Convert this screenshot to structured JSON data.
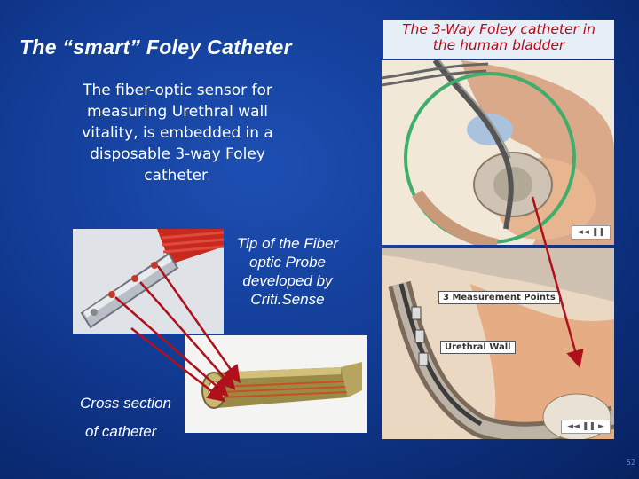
{
  "slide": {
    "title": "The “smart” Foley Catheter",
    "description_line1": "The fiber-optic sensor for",
    "description_line2": "measuring Urethral wall",
    "description_line3": "vitality, is embedded in a",
    "description_line4": "disposable 3-way Foley",
    "description_line5": "catheter",
    "description_end": ".",
    "right_title_line1": "The 3-Way Foley catheter in",
    "right_title_line2": "the human bladder",
    "tip_label_line1": "Tip of the Fiber",
    "tip_label_line2": "optic Probe",
    "tip_label_line3": "developed by",
    "tip_label_line4": "Criti.Sense",
    "cross_label_line1": "Cross section",
    "cross_label_line2": "of catheter",
    "page_number": "52",
    "measurement_callout": "3 Measurement Points",
    "urethral_wall_callout": "Urethral Wall"
  },
  "colors": {
    "background": "#123c96",
    "title_text": "#ffffff",
    "right_title_text": "#b50c16",
    "right_title_bg": "#e6eef8",
    "arrow": "#b0101c"
  },
  "icons": {
    "rewind": "rewind-icon",
    "pause": "pause-icon",
    "play": "play-icon"
  }
}
